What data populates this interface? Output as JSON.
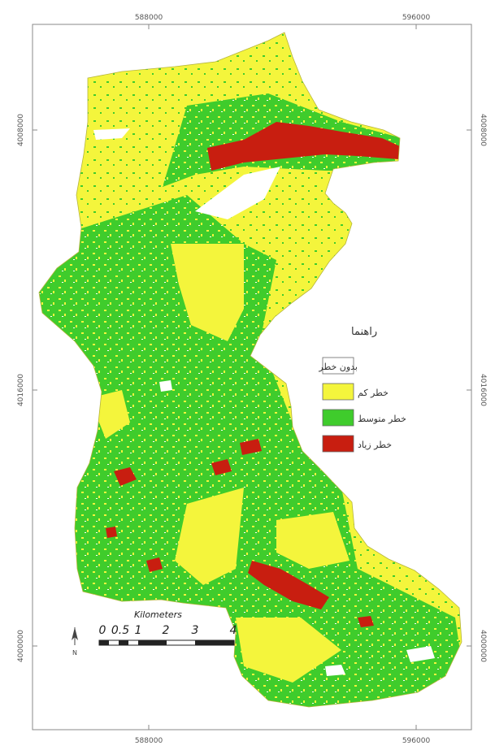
{
  "map": {
    "coord_ticks": {
      "top": [
        "588000",
        "596000"
      ],
      "bottom": [
        "588000",
        "596000"
      ],
      "left": [
        "4008000",
        "4016000",
        "4000000"
      ],
      "right": [
        "4008000",
        "4016000",
        "4000000"
      ]
    },
    "legend": {
      "title": "راهنما",
      "items": [
        {
          "label": "بدون خطر",
          "color": "#ffffff"
        },
        {
          "label": "خطر کم",
          "color": "#f4f53c"
        },
        {
          "label": "خطر متوسط",
          "color": "#3fcc2c"
        },
        {
          "label": "خطر زیاد",
          "color": "#c81e10"
        }
      ]
    },
    "scale_bar": {
      "title": "Kilometers",
      "labels": [
        "0",
        "0.5",
        "1",
        "2",
        "3",
        "4"
      ]
    },
    "north_arrow": {
      "label": "N",
      "icon": "north-arrow-icon"
    },
    "colors": {
      "frame": "#888888",
      "low": "#f4f53c",
      "medium": "#3fcc2c",
      "high": "#c81e10",
      "none": "#ffffff"
    }
  }
}
